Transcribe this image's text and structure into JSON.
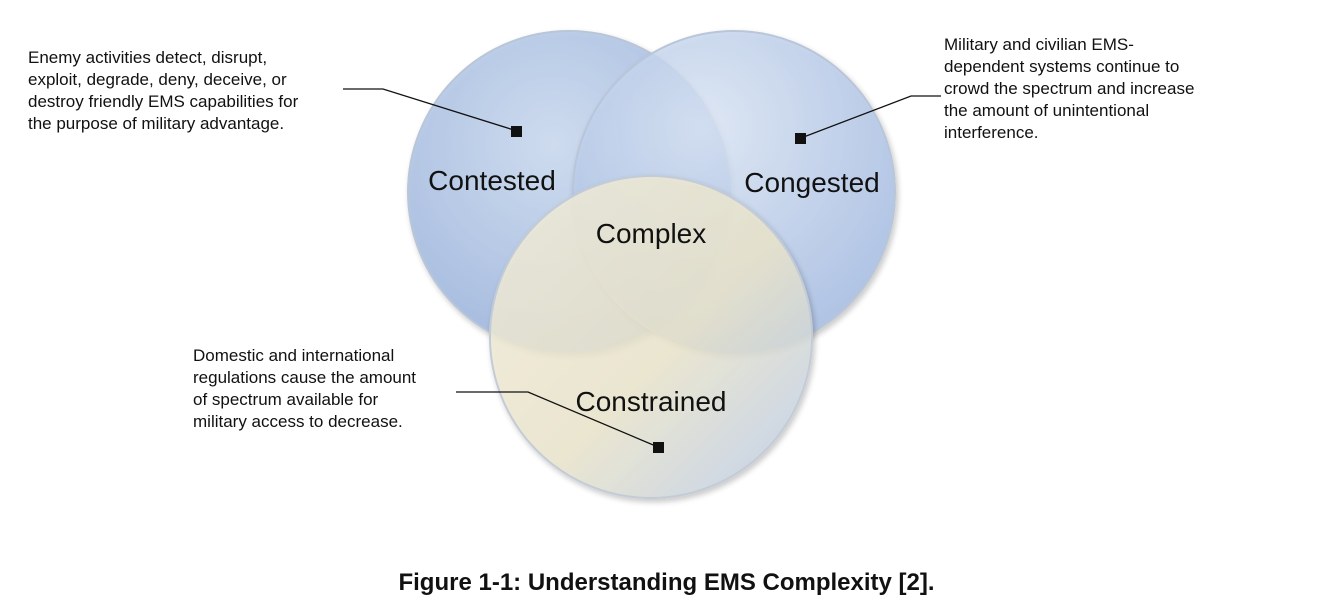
{
  "diagram": {
    "circles": {
      "contested": "Contested",
      "congested": "Congested",
      "constrained": "Constrained",
      "center": "Complex"
    },
    "callouts": {
      "contested": "Enemy activities detect, disrupt,\nexploit, degrade, deny, deceive, or\ndestroy friendly EMS capabilities for\nthe purpose of military advantage.",
      "congested": "Military and civilian EMS-\ndependent systems continue to\ncrowd the spectrum and increase\nthe amount of unintentional\ninterference.",
      "constrained": "Domestic and international\nregulations cause the amount\nof spectrum available for\nmilitary access to decrease."
    },
    "colors": {
      "contested_fill": "#b3c8e8",
      "congested_fill": "#c2d4f0",
      "constrained_fill": "#eee9d3",
      "edge": "#9aa8bc"
    }
  },
  "caption": "Figure 1-1: Understanding EMS Complexity [2]."
}
